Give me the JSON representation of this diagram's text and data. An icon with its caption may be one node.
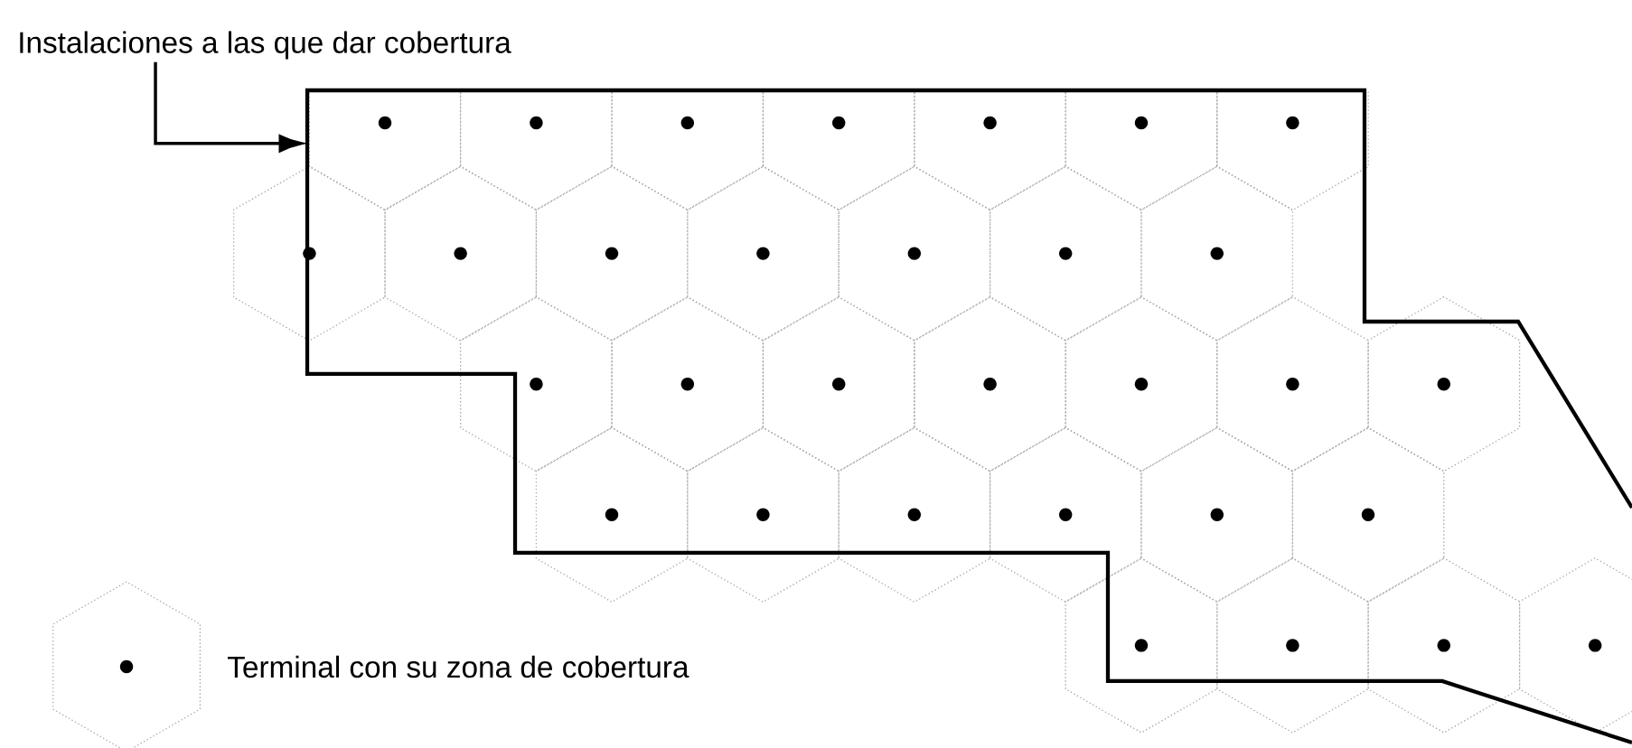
{
  "diagram": {
    "nodes": [
      {
        "text": [
          "Instalaciones a las que dar cobertura"
        ]
      },
      {
        "text": [],
        "shape": "polygon"
      }
    ],
    "edges": [
      {
        "from": 0,
        "to": 1,
        "arrow": "to"
      }
    ],
    "legend": [
      {
        "text": "Terminal con su zona de cobertura"
      }
    ]
  }
}
